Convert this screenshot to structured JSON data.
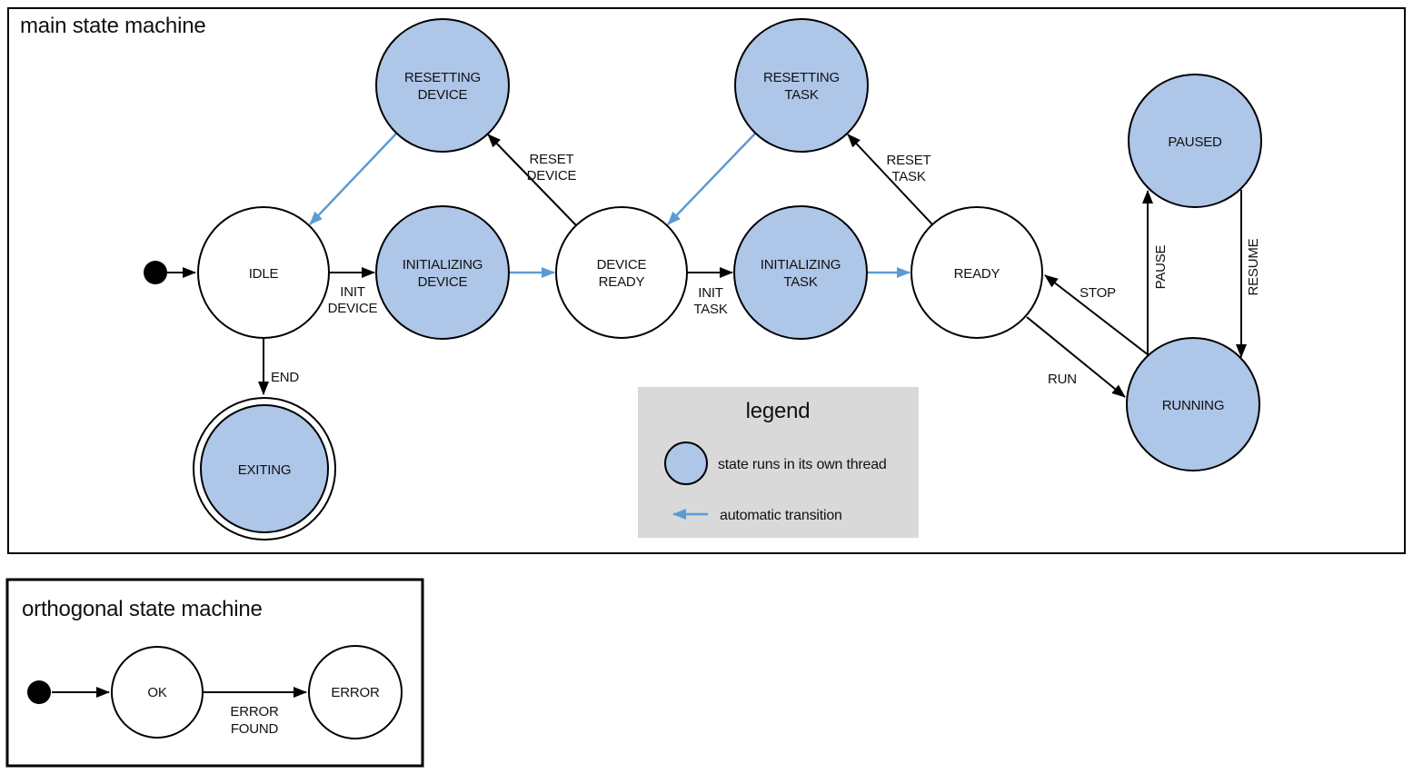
{
  "colors": {
    "threaded_state_fill": "#aec6e8",
    "normal_state_fill": "#ffffff",
    "outline": "#000000",
    "auto_transition_blue": "#5b9bd5",
    "legend_background": "#d9d9d9"
  },
  "main_panel": {
    "title": "main state machine",
    "states": {
      "idle": {
        "label": "IDLE"
      },
      "initializing_device": {
        "line1": "INITIALIZING",
        "line2": "DEVICE"
      },
      "device_ready": {
        "line1": "DEVICE",
        "line2": "READY"
      },
      "initializing_task": {
        "line1": "INITIALIZING",
        "line2": "TASK"
      },
      "ready": {
        "label": "READY"
      },
      "resetting_device": {
        "line1": "RESETTING",
        "line2": "DEVICE"
      },
      "resetting_task": {
        "line1": "RESETTING",
        "line2": "TASK"
      },
      "paused": {
        "label": "PAUSED"
      },
      "running": {
        "label": "RUNNING"
      },
      "exiting": {
        "label": "EXITING"
      }
    },
    "transitions": {
      "init_device": {
        "line1": "INIT",
        "line2": "DEVICE"
      },
      "init_task": {
        "line1": "INIT",
        "line2": "TASK"
      },
      "reset_device": {
        "line1": "RESET",
        "line2": "DEVICE"
      },
      "reset_task": {
        "line1": "RESET",
        "line2": "TASK"
      },
      "end": {
        "label": "END"
      },
      "run": {
        "label": "RUN"
      },
      "stop": {
        "label": "STOP"
      },
      "pause": {
        "label": "PAUSE"
      },
      "resume": {
        "label": "RESUME"
      }
    }
  },
  "legend": {
    "title": "legend",
    "threaded_item": "state runs in its own thread",
    "auto_item": "automatic transition"
  },
  "orthogonal_panel": {
    "title": "orthogonal state machine",
    "states": {
      "ok": {
        "label": "OK"
      },
      "error": {
        "label": "ERROR"
      }
    },
    "transitions": {
      "error_found": {
        "line1": "ERROR",
        "line2": "FOUND"
      }
    }
  }
}
